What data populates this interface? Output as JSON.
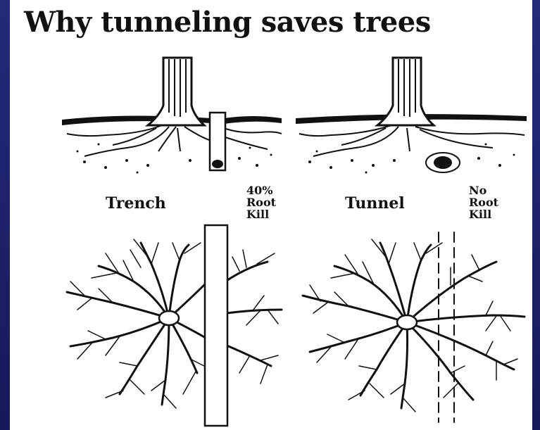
{
  "title": "Why tunneling saves trees",
  "left": {
    "label": "Trench",
    "note_line1": "40%",
    "note_line2": "Root",
    "note_line3": "Kill"
  },
  "right": {
    "label": "Tunnel",
    "note_line1": "No",
    "note_line2": "Root",
    "note_line3": "Kill"
  }
}
